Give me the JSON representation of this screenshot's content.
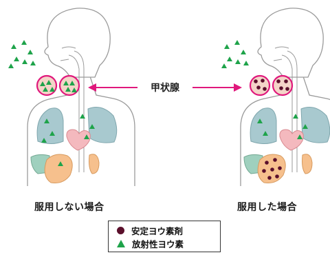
{
  "center_label": "甲状腺",
  "left_caption": "服用しない場合",
  "right_caption": "服用した場合",
  "legend": {
    "stable_iodine_label": "安定ヨウ素剤",
    "radioactive_iodine_label": "放射性ヨウ素"
  },
  "colors": {
    "accent": "#E0187C",
    "radioactive": "#1EA34A",
    "stable": "#5A0F2B",
    "thyroid_fill": "#F4D4C8",
    "lung": "#A8C9CF",
    "heart": "#F4B9BE",
    "stomach": "#F6C08D",
    "intestine": "#9FD0BE",
    "body_outline": "#9A9A9A"
  },
  "icons": {
    "arrow_left": "arrow-left-icon",
    "arrow_right": "arrow-right-icon"
  }
}
